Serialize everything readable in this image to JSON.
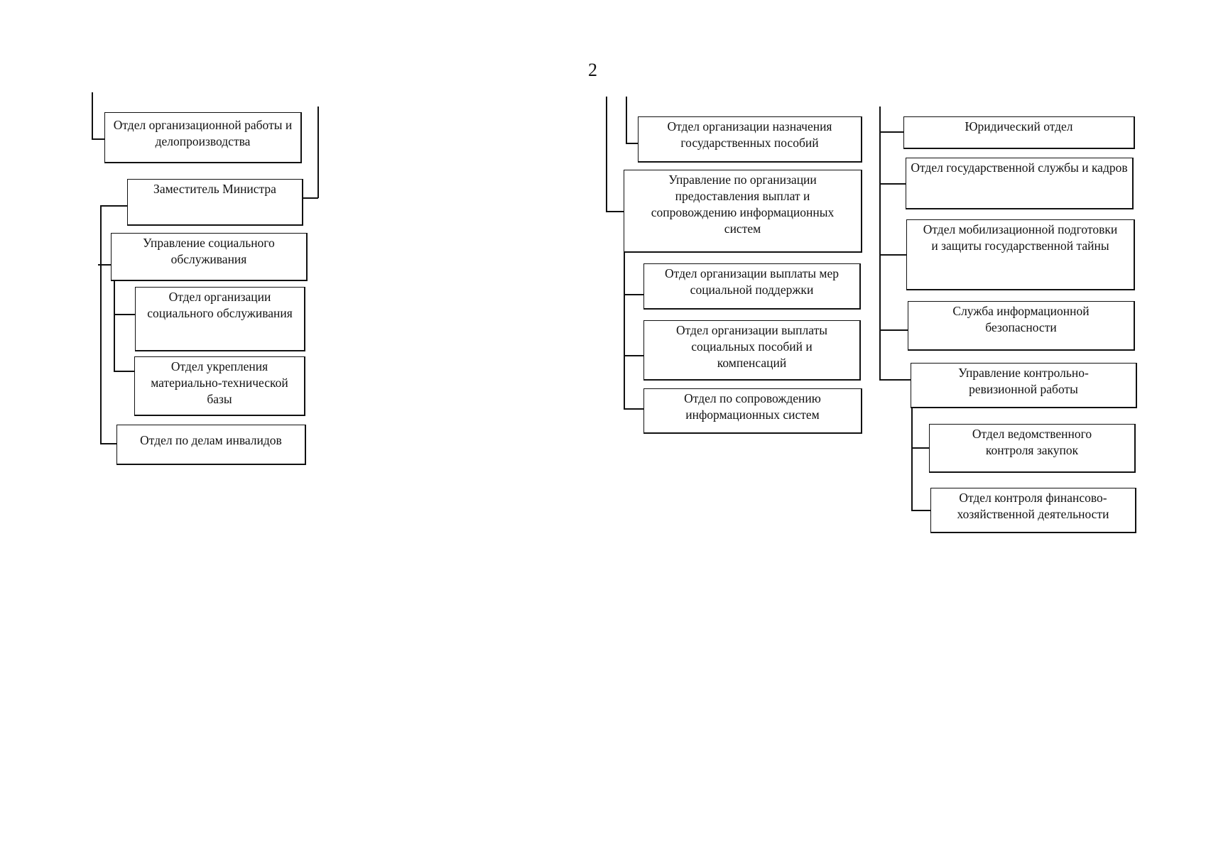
{
  "page_number": "2",
  "left_column": {
    "org_work_dept": "Отдел организационной работы и делопроизводства",
    "deputy_minister": "Заместитель Министра",
    "social_service_admin": "Управление социального обслуживания",
    "social_service_dept": "Отдел организации социального обслуживания",
    "material_base_dept": "Отдел укрепления материально-технической базы",
    "disabled_affairs_dept": "Отдел по делам инвалидов"
  },
  "middle_column": {
    "benefits_assignment_dept": "Отдел организации назначения государственных пособий",
    "payments_admin": "Управление по организации предоставления выплат и сопровождению информационных систем",
    "support_payments_dept": "Отдел организации выплаты мер социальной поддержки",
    "allowances_dept": "Отдел организации выплаты социальных пособий и компенсаций",
    "info_systems_dept": "Отдел по сопровождению информационных систем"
  },
  "right_column": {
    "legal_dept": "Юридический отдел",
    "civil_service_dept": "Отдел государственной службы и кадров",
    "mobilization_dept": "Отдел мобилизационной подготовки и защиты государственной тайны",
    "infosec_service": "Служба информационной безопасности",
    "audit_admin": "Управление контрольно-ревизионной работы",
    "procurement_control_dept": "Отдел ведомственного контроля закупок",
    "financial_control_dept": "Отдел контроля финансово-хозяйственной деятельности"
  }
}
